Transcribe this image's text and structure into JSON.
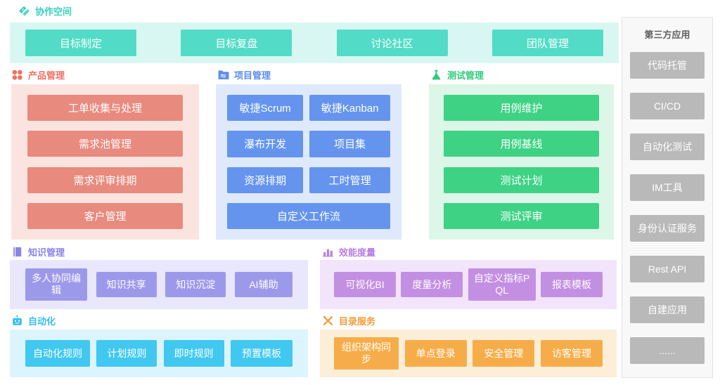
{
  "sections": {
    "collab": {
      "title": "协作空间",
      "items": [
        "目标制定",
        "目标复盘",
        "讨论社区",
        "团队管理"
      ]
    },
    "product": {
      "title": "产品管理",
      "items": [
        "工单收集与处理",
        "需求池管理",
        "需求评审排期",
        "客户管理"
      ]
    },
    "project": {
      "title": "项目管理",
      "items": [
        "敏捷Scrum",
        "敏捷Kanban",
        "瀑布开发",
        "项目集",
        "资源排期",
        "工时管理",
        "自定义工作流"
      ]
    },
    "test": {
      "title": "测试管理",
      "items": [
        "用例维护",
        "用例基线",
        "测试计划",
        "测试评审"
      ]
    },
    "knowledge": {
      "title": "知识管理",
      "items": [
        "多人协同编辑",
        "知识共享",
        "知识沉淀",
        "AI辅助"
      ]
    },
    "metrics": {
      "title": "效能度量",
      "items": [
        "可视化BI",
        "度量分析",
        "自定义指标PQL",
        "报表模板"
      ]
    },
    "automation": {
      "title": "自动化",
      "items": [
        "自动化规则",
        "计划规则",
        "即时规则",
        "预置模板"
      ]
    },
    "directory": {
      "title": "目录服务",
      "items": [
        "组织架构同步",
        "单点登录",
        "安全管理",
        "访客管理"
      ]
    },
    "third_party": {
      "title": "第三方应用",
      "items": [
        "代码托管",
        "CI/CD",
        "自动化测试",
        "IM工具",
        "身份认证服务",
        "Rest API",
        "自建应用",
        "......"
      ]
    }
  },
  "icons": {
    "collab": "handshake-icon",
    "product": "grid-dots-icon",
    "project": "folder-settings-icon",
    "test": "flask-icon",
    "knowledge": "book-icon",
    "metrics": "bar-chart-icon",
    "automation": "robot-icon",
    "directory": "crossed-tools-icon"
  },
  "colors": {
    "collab": {
      "header": "#35d0bd",
      "panel": "#d9f7f2",
      "button": "#52dcc7"
    },
    "product": {
      "header": "#ee7163",
      "panel": "#fbe4e0",
      "button": "#e88a7e"
    },
    "project": {
      "header": "#5b8df0",
      "panel": "#dfe9fc",
      "button": "#6494ee"
    },
    "test": {
      "header": "#2ecc7e",
      "panel": "#dcf6e8",
      "button": "#3ed285"
    },
    "knowledge": {
      "header": "#8985e6",
      "panel": "#e8e7fb",
      "button": "#9d99ea"
    },
    "metrics": {
      "header": "#b87fe0",
      "panel": "#f2e4fb",
      "button": "#c38fe3"
    },
    "automation": {
      "header": "#38bdee",
      "panel": "#dbf4fd",
      "button": "#41c8f0"
    },
    "directory": {
      "header": "#f29d3a",
      "panel": "#fdeed8",
      "button": "#f6ad49"
    },
    "third_party": {
      "title": "#5f5f5f",
      "panel": "#f8f8f8",
      "border": "#e2e2e2",
      "button": "#b9b9b9"
    }
  }
}
